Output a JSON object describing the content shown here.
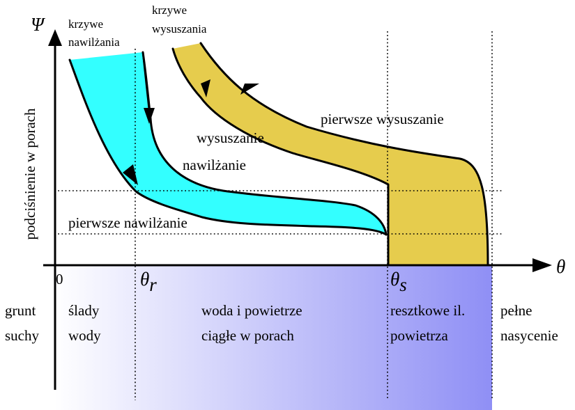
{
  "axes": {
    "y_symbol": "Ψ",
    "y_label": "podciśnienie w porach",
    "x_symbol": "θ",
    "origin_label": "0",
    "theta_r_base": "θ",
    "theta_r_sub": "r",
    "theta_s_base": "θ",
    "theta_s_sub": "s"
  },
  "curve_labels": {
    "wetting_curves_line1": "krzywe",
    "wetting_curves_line2": "nawilżania",
    "drying_curves_line1": "krzywe",
    "drying_curves_line2": "wysuszania",
    "first_drying": "pierwsze wysuszanie",
    "drying": "wysuszanie",
    "wetting": "nawilżanie",
    "first_wetting": "pierwsze nawilżanie"
  },
  "zones": {
    "dry_soil_line1": "grunt",
    "dry_soil_line2": "suchy",
    "traces_line1": "ślady",
    "traces_line2": "wody",
    "continuous_line1": "woda i powietrze",
    "continuous_line2": "ciągłe w porach",
    "residual_line1": "resztkowe il.",
    "residual_line2": "powietrza",
    "full_line1": "pełne",
    "full_line2": "nasycenie"
  },
  "colors": {
    "wetting_fill": "#33ffff",
    "drying_fill": "#e6cc4d",
    "gradient_start": "#ffffff",
    "gradient_end": "#8f8ff5"
  }
}
